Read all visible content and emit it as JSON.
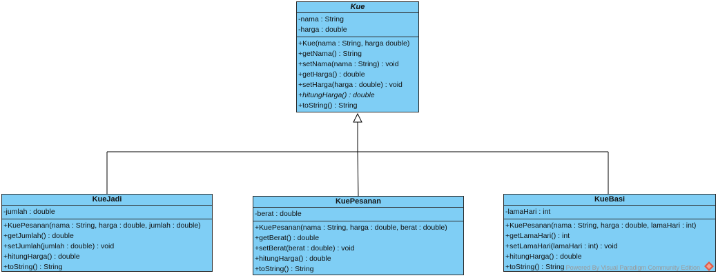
{
  "classes": {
    "kue": {
      "name": "Kue",
      "attributes": [
        "-nama : String",
        "-harga : double"
      ],
      "operations": [
        "+Kue(nama : String, harga double)",
        "+getNama() : String",
        "+setNama(nama : String) : void",
        "+getHarga() : double",
        "+setHarga(harga : double) : void",
        "+hitungHarga() : double",
        "+toString() : String"
      ]
    },
    "kuejadi": {
      "name": "KueJadi",
      "attributes": [
        "-jumlah : double"
      ],
      "operations": [
        "+KuePesanan(nama : String, harga : double, jumlah : double)",
        "+getJumlah() : double",
        "+setJumlah(jumlah : double) : void",
        "+hitungHarga() : double",
        "+toString() : String"
      ]
    },
    "kuepesanan": {
      "name": "KuePesanan",
      "attributes": [
        "-berat : double"
      ],
      "operations": [
        "+KuePesanan(nama : String, harga : double, berat : double)",
        "+getBerat() : double",
        "+setBerat(berat : double) : void",
        "+hitungHarga() : double",
        "+toString() : String"
      ]
    },
    "kuebasi": {
      "name": "KueBasi",
      "attributes": [
        "-lamaHari : int"
      ],
      "operations": [
        "+KuePesanan(nama : String, harga : double, lamaHari : int)",
        "+getLamaHari() : int",
        "+setLamaHari(lamaHari : int) : void",
        "+hitungHarga() : double",
        "+toString() : String"
      ]
    }
  },
  "watermark": "Powered By  Visual Paradigm Community Edition",
  "colors": {
    "class_fill": "#7fcef5",
    "border": "#2a2a2a",
    "logo": "#e05a47"
  }
}
